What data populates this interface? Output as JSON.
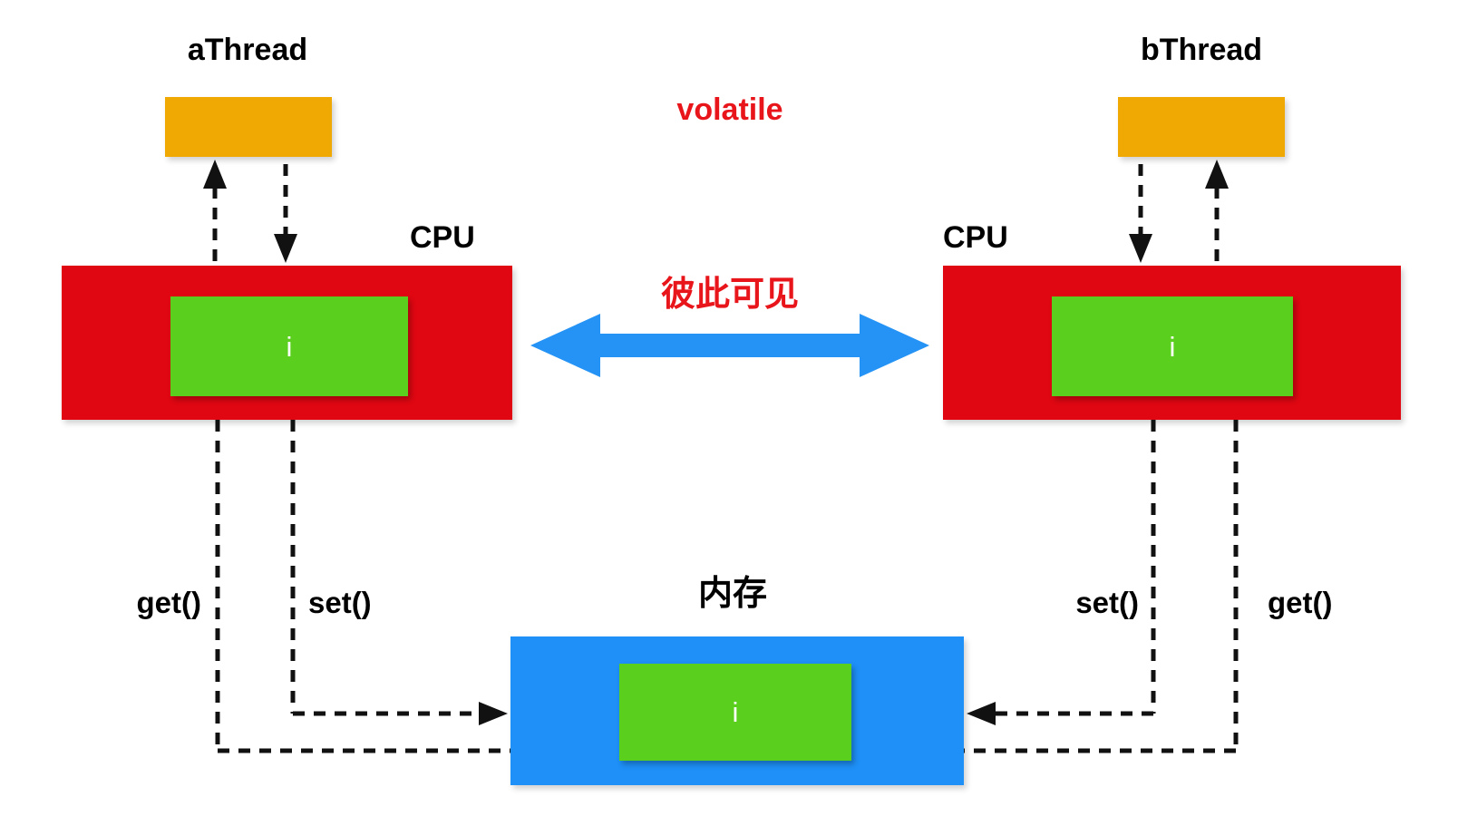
{
  "colors": {
    "canvas-bg": "#FFFFFF",
    "thread-box": "#F0A802",
    "cpu-box": "#E00712",
    "value-box": "#5BCF1E",
    "memory-box": "#1E90F8",
    "link-blue": "#2493F5",
    "text-red": "#E8151B",
    "line-black": "#111111",
    "text-black": "#000000",
    "value-text": "#FFFFFF"
  },
  "keyword_label": "volatile",
  "visibility_label": "彼此可见",
  "threads": {
    "a": {
      "label": "aThread"
    },
    "b": {
      "label": "bThread"
    }
  },
  "cpus": {
    "left": {
      "label": "CPU",
      "value": "i"
    },
    "right": {
      "label": "CPU",
      "value": "i"
    }
  },
  "memory": {
    "label": "内存",
    "value": "i"
  },
  "operations": {
    "left_get": "get()",
    "left_set": "set()",
    "right_set": "set()",
    "right_get": "get()"
  }
}
